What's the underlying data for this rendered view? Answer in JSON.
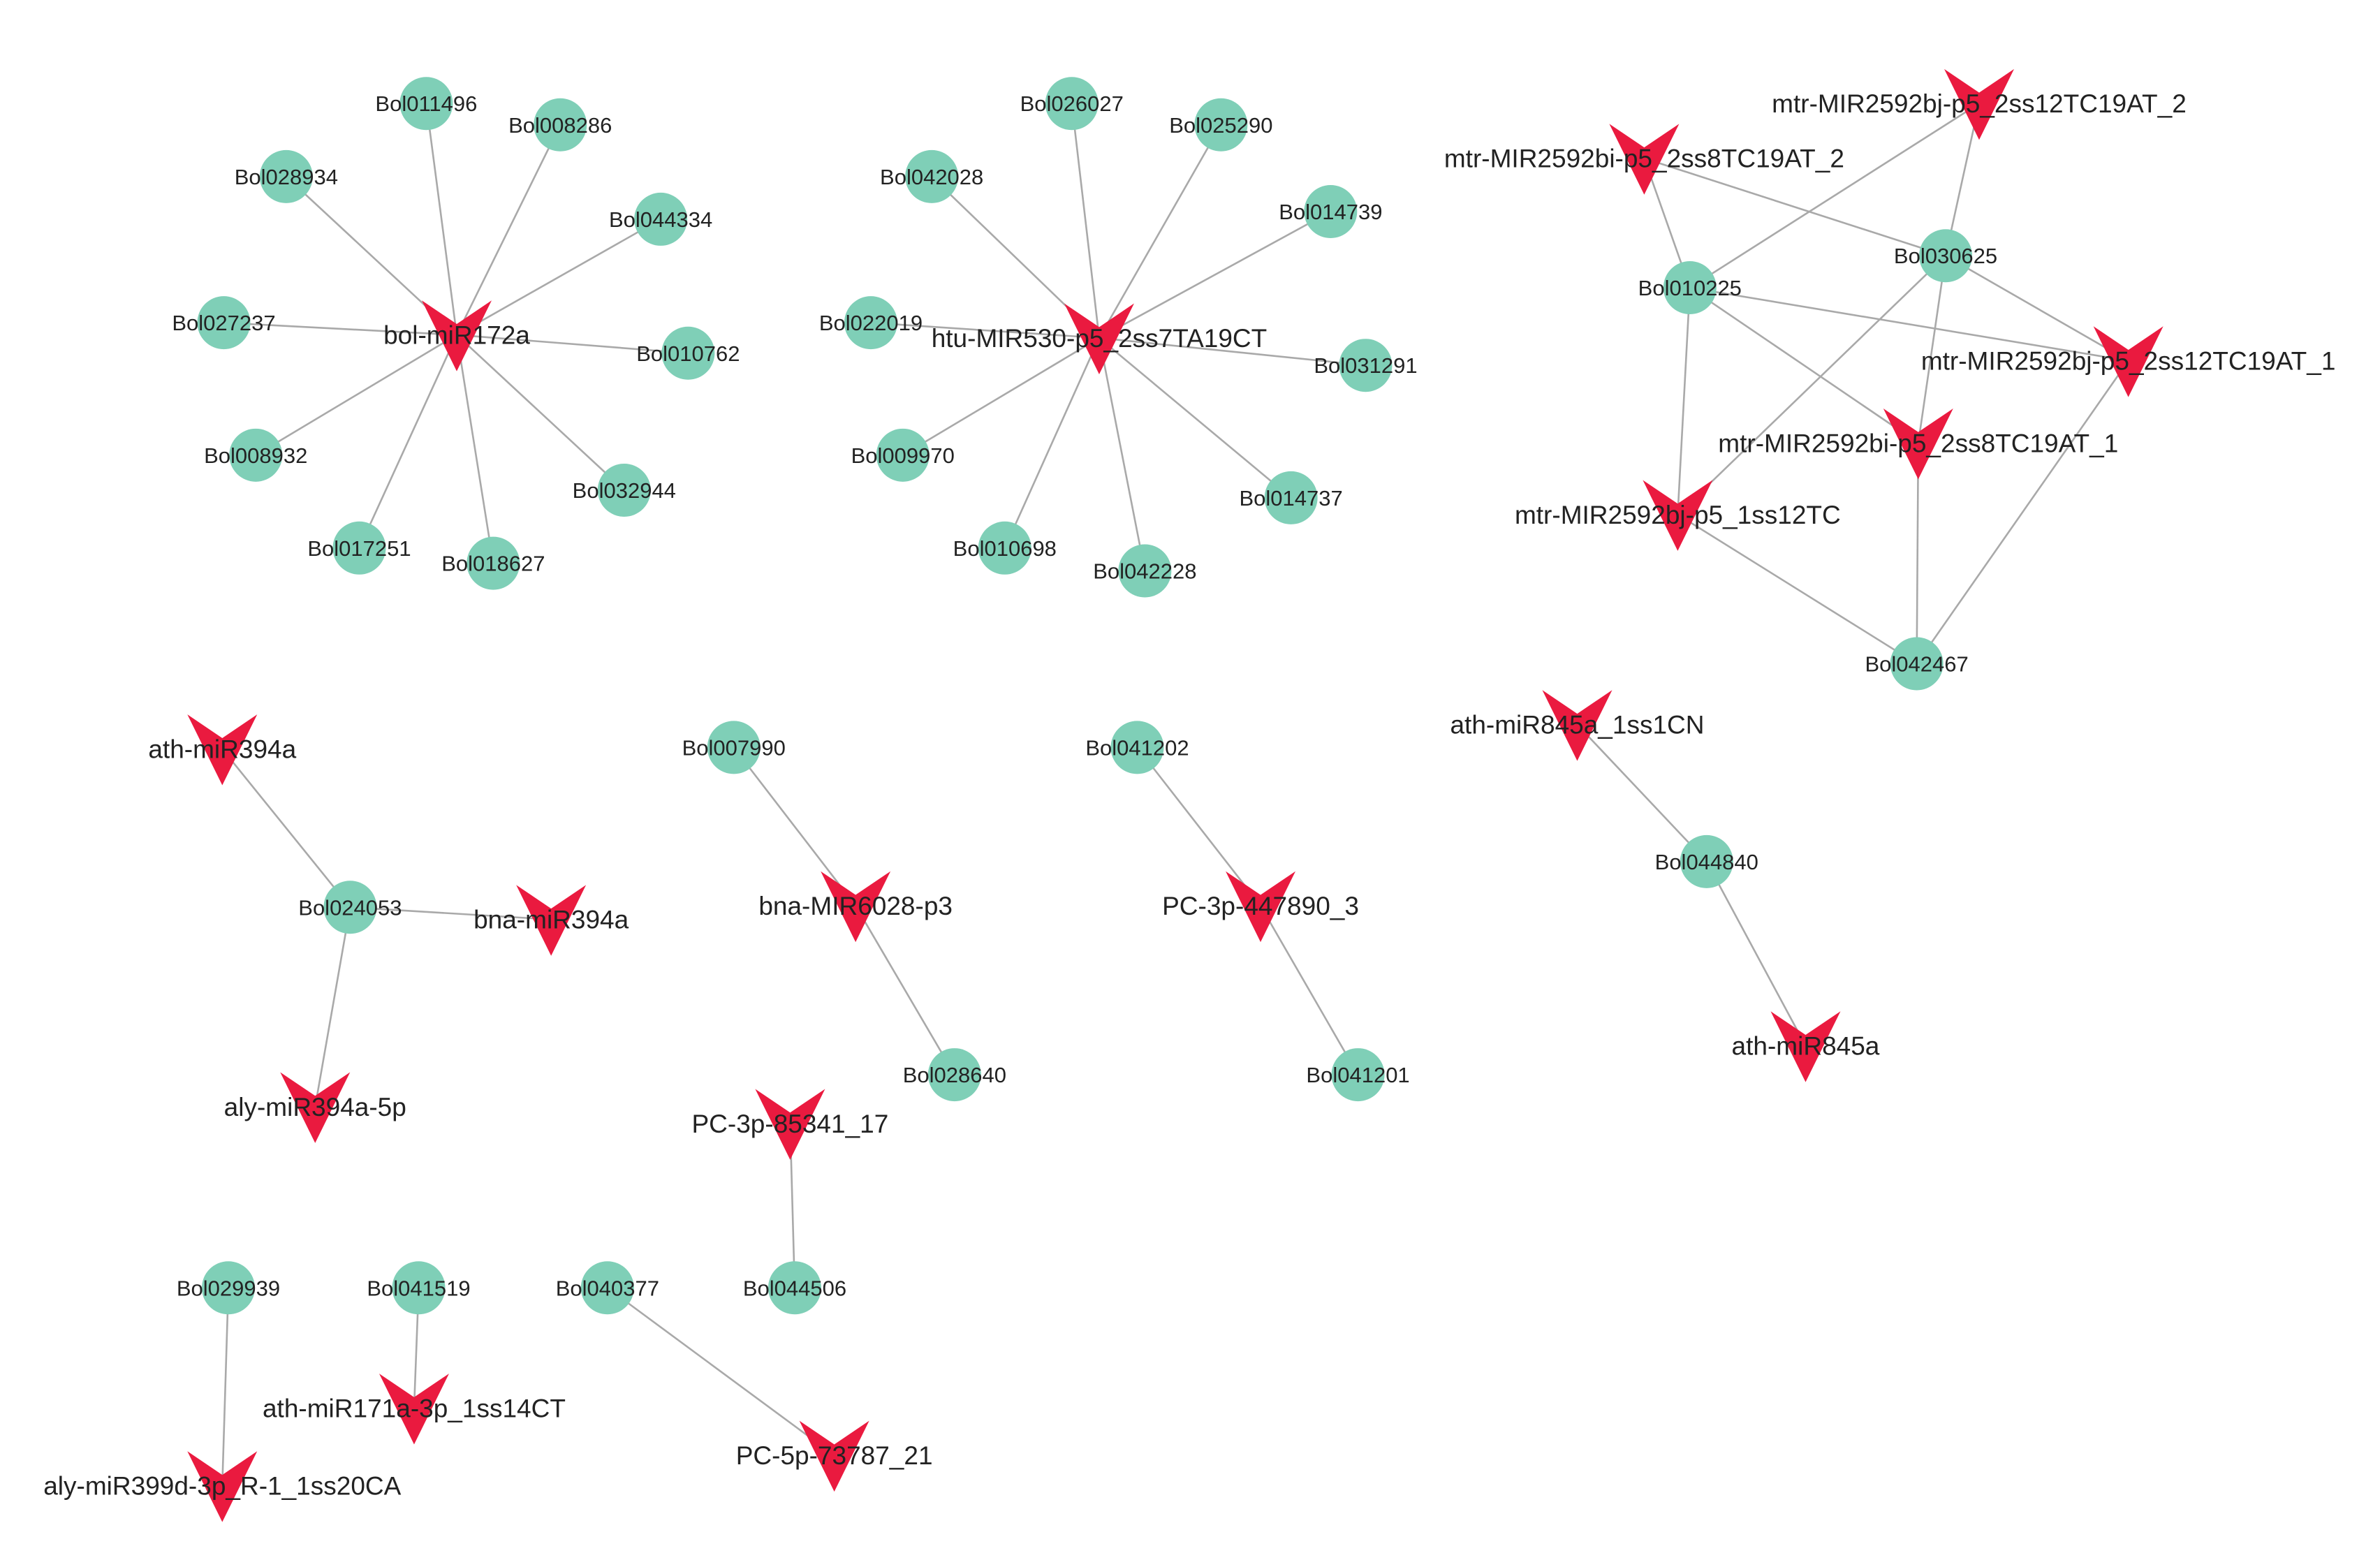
{
  "colors": {
    "gene_node": "#7fcfb7",
    "mirna_node": "#ea1a3f",
    "edge": "#a9a9a9",
    "label": "#222222"
  },
  "node_shapes": {
    "gene": "circle",
    "mirna": "v-arrowhead"
  },
  "nodes": [
    {
      "id": "bol-miR172a",
      "type": "mirna"
    },
    {
      "id": "Bol011496",
      "type": "gene"
    },
    {
      "id": "Bol008286",
      "type": "gene"
    },
    {
      "id": "Bol028934",
      "type": "gene"
    },
    {
      "id": "Bol044334",
      "type": "gene"
    },
    {
      "id": "Bol027237",
      "type": "gene"
    },
    {
      "id": "Bol010762",
      "type": "gene"
    },
    {
      "id": "Bol008932",
      "type": "gene"
    },
    {
      "id": "Bol032944",
      "type": "gene"
    },
    {
      "id": "Bol017251",
      "type": "gene"
    },
    {
      "id": "Bol018627",
      "type": "gene"
    },
    {
      "id": "htu-MIR530-p5_2ss7TA19CT",
      "type": "mirna"
    },
    {
      "id": "Bol026027",
      "type": "gene"
    },
    {
      "id": "Bol025290",
      "type": "gene"
    },
    {
      "id": "Bol042028",
      "type": "gene"
    },
    {
      "id": "Bol014739",
      "type": "gene"
    },
    {
      "id": "Bol022019",
      "type": "gene"
    },
    {
      "id": "Bol031291",
      "type": "gene"
    },
    {
      "id": "Bol009970",
      "type": "gene"
    },
    {
      "id": "Bol014737",
      "type": "gene"
    },
    {
      "id": "Bol010698",
      "type": "gene"
    },
    {
      "id": "Bol042228",
      "type": "gene"
    },
    {
      "id": "mtr-MIR2592bj-p5_2ss12TC19AT_2",
      "type": "mirna"
    },
    {
      "id": "mtr-MIR2592bi-p5_2ss8TC19AT_2",
      "type": "mirna"
    },
    {
      "id": "Bol030625",
      "type": "gene"
    },
    {
      "id": "Bol010225",
      "type": "gene"
    },
    {
      "id": "mtr-MIR2592bj-p5_2ss12TC19AT_1",
      "type": "mirna"
    },
    {
      "id": "mtr-MIR2592bi-p5_2ss8TC19AT_1",
      "type": "mirna"
    },
    {
      "id": "mtr-MIR2592bj-p5_1ss12TC",
      "type": "mirna"
    },
    {
      "id": "Bol042467",
      "type": "gene"
    },
    {
      "id": "ath-miR394a",
      "type": "mirna"
    },
    {
      "id": "Bol024053",
      "type": "gene"
    },
    {
      "id": "bna-miR394a",
      "type": "mirna"
    },
    {
      "id": "aly-miR394a-5p",
      "type": "mirna"
    },
    {
      "id": "Bol007990",
      "type": "gene"
    },
    {
      "id": "bna-MIR6028-p3",
      "type": "mirna"
    },
    {
      "id": "Bol028640",
      "type": "gene"
    },
    {
      "id": "Bol041202",
      "type": "gene"
    },
    {
      "id": "PC-3p-447890_3",
      "type": "mirna"
    },
    {
      "id": "Bol041201",
      "type": "gene"
    },
    {
      "id": "ath-miR845a_1ss1CN",
      "type": "mirna"
    },
    {
      "id": "Bol044840",
      "type": "gene"
    },
    {
      "id": "ath-miR845a",
      "type": "mirna"
    },
    {
      "id": "PC-3p-85341_17",
      "type": "mirna"
    },
    {
      "id": "Bol044506",
      "type": "gene"
    },
    {
      "id": "Bol029939",
      "type": "gene"
    },
    {
      "id": "aly-miR399d-3p_R-1_1ss20CA",
      "type": "mirna"
    },
    {
      "id": "Bol041519",
      "type": "gene"
    },
    {
      "id": "ath-miR171a-3p_1ss14CT",
      "type": "mirna"
    },
    {
      "id": "Bol040377",
      "type": "gene"
    },
    {
      "id": "PC-5p-73787_21",
      "type": "mirna"
    }
  ],
  "edges": [
    [
      "bol-miR172a",
      "Bol011496"
    ],
    [
      "bol-miR172a",
      "Bol008286"
    ],
    [
      "bol-miR172a",
      "Bol028934"
    ],
    [
      "bol-miR172a",
      "Bol044334"
    ],
    [
      "bol-miR172a",
      "Bol027237"
    ],
    [
      "bol-miR172a",
      "Bol010762"
    ],
    [
      "bol-miR172a",
      "Bol008932"
    ],
    [
      "bol-miR172a",
      "Bol032944"
    ],
    [
      "bol-miR172a",
      "Bol017251"
    ],
    [
      "bol-miR172a",
      "Bol018627"
    ],
    [
      "htu-MIR530-p5_2ss7TA19CT",
      "Bol026027"
    ],
    [
      "htu-MIR530-p5_2ss7TA19CT",
      "Bol025290"
    ],
    [
      "htu-MIR530-p5_2ss7TA19CT",
      "Bol042028"
    ],
    [
      "htu-MIR530-p5_2ss7TA19CT",
      "Bol014739"
    ],
    [
      "htu-MIR530-p5_2ss7TA19CT",
      "Bol022019"
    ],
    [
      "htu-MIR530-p5_2ss7TA19CT",
      "Bol031291"
    ],
    [
      "htu-MIR530-p5_2ss7TA19CT",
      "Bol009970"
    ],
    [
      "htu-MIR530-p5_2ss7TA19CT",
      "Bol014737"
    ],
    [
      "htu-MIR530-p5_2ss7TA19CT",
      "Bol010698"
    ],
    [
      "htu-MIR530-p5_2ss7TA19CT",
      "Bol042228"
    ],
    [
      "mtr-MIR2592bj-p5_2ss12TC19AT_2",
      "Bol010225"
    ],
    [
      "mtr-MIR2592bj-p5_2ss12TC19AT_2",
      "Bol030625"
    ],
    [
      "mtr-MIR2592bi-p5_2ss8TC19AT_2",
      "Bol010225"
    ],
    [
      "mtr-MIR2592bi-p5_2ss8TC19AT_2",
      "Bol030625"
    ],
    [
      "Bol010225",
      "mtr-MIR2592bj-p5_2ss12TC19AT_1"
    ],
    [
      "Bol010225",
      "mtr-MIR2592bi-p5_2ss8TC19AT_1"
    ],
    [
      "Bol010225",
      "mtr-MIR2592bj-p5_1ss12TC"
    ],
    [
      "Bol030625",
      "mtr-MIR2592bj-p5_2ss12TC19AT_1"
    ],
    [
      "Bol030625",
      "mtr-MIR2592bi-p5_2ss8TC19AT_1"
    ],
    [
      "Bol030625",
      "mtr-MIR2592bj-p5_1ss12TC"
    ],
    [
      "mtr-MIR2592bj-p5_1ss12TC",
      "Bol042467"
    ],
    [
      "mtr-MIR2592bi-p5_2ss8TC19AT_1",
      "Bol042467"
    ],
    [
      "mtr-MIR2592bj-p5_2ss12TC19AT_1",
      "Bol042467"
    ],
    [
      "ath-miR394a",
      "Bol024053"
    ],
    [
      "Bol024053",
      "bna-miR394a"
    ],
    [
      "Bol024053",
      "aly-miR394a-5p"
    ],
    [
      "Bol007990",
      "bna-MIR6028-p3"
    ],
    [
      "bna-MIR6028-p3",
      "Bol028640"
    ],
    [
      "Bol041202",
      "PC-3p-447890_3"
    ],
    [
      "PC-3p-447890_3",
      "Bol041201"
    ],
    [
      "ath-miR845a_1ss1CN",
      "Bol044840"
    ],
    [
      "Bol044840",
      "ath-miR845a"
    ],
    [
      "PC-3p-85341_17",
      "Bol044506"
    ],
    [
      "Bol029939",
      "aly-miR399d-3p_R-1_1ss20CA"
    ],
    [
      "Bol041519",
      "ath-miR171a-3p_1ss14CT"
    ],
    [
      "Bol040377",
      "PC-5p-73787_21"
    ]
  ]
}
